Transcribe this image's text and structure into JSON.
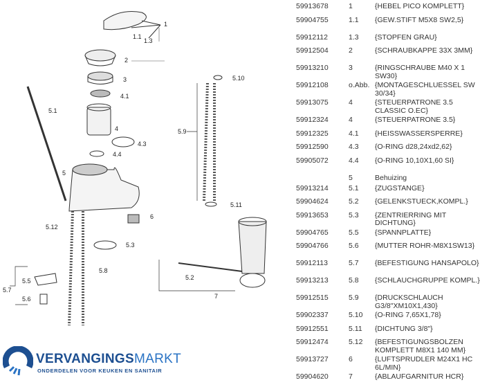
{
  "diagram": {
    "labels": [
      "1",
      "1.1",
      "1.3",
      "2",
      "3",
      "4.1",
      "4",
      "4.3",
      "4.4",
      "5.1",
      "5",
      "5.12",
      "6",
      "5.3",
      "5.8",
      "5.5",
      "5.7",
      "5.6",
      "5.10",
      "5.9",
      "5.11",
      "5.2",
      "7"
    ]
  },
  "parts": [
    {
      "no": "59913678",
      "pos": "1",
      "desc": "{HEBEL PICO KOMPLETT}"
    },
    {
      "no": "59904755",
      "pos": "1.1",
      "desc": "{GEW.STIFT M5X8 SW2,5}"
    },
    {
      "no": "59912112",
      "pos": "1.3",
      "desc": "{STOPFEN GRAU}"
    },
    {
      "no": "59912504",
      "pos": "2",
      "desc": "{SCHRAUBKAPPE 33X 3MM}"
    },
    {
      "no": "59913210",
      "pos": "3",
      "desc": "{RINGSCHRAUBE M40 X 1 SW30}"
    },
    {
      "no": "59912108",
      "pos": "o.Abb.",
      "desc": "{MONTAGESCHLUESSEL SW 30/34}"
    },
    {
      "no": "59913075",
      "pos": "4",
      "desc": "{STEUERPATRONE 3.5 CLASSIC O.EC}"
    },
    {
      "no": "59912324",
      "pos": "4",
      "desc": "{STEUERPATRONE 3.5}"
    },
    {
      "no": "59912325",
      "pos": "4.1",
      "desc": "{HEISSWASSERSPERRE}"
    },
    {
      "no": "59912590",
      "pos": "4.3",
      "desc": "{O-RING d28,24xd2,62}"
    },
    {
      "no": "59905072",
      "pos": "4.4",
      "desc": "{O-RING 10,10X1,60 SI}"
    },
    {
      "no": "",
      "pos": "5",
      "desc": "Behuizing"
    },
    {
      "no": "59913214",
      "pos": "5.1",
      "desc": "{ZUGSTANGE}"
    },
    {
      "no": "59904624",
      "pos": "5.2",
      "desc": "{GELENKSTUECK,KOMPL.}"
    },
    {
      "no": "59913653",
      "pos": "5.3",
      "desc": "{ZENTRIERRING MIT DICHTUNG}"
    },
    {
      "no": "59904765",
      "pos": "5.5",
      "desc": "{SPANNPLATTE}"
    },
    {
      "no": "59904766",
      "pos": "5.6",
      "desc": "{MUTTER ROHR-M8X1SW13}"
    },
    {
      "no": "59912113",
      "pos": "5.7",
      "desc": "{BEFESTIGUNG HANSAPOLO}"
    },
    {
      "no": "59913213",
      "pos": "5.8",
      "desc": "{SCHLAUCHGRUPPE KOMPL.}"
    },
    {
      "no": "59912515",
      "pos": "5.9",
      "desc": "{DRUCKSCHLAUCH G3/8\"XM10X1,430}"
    },
    {
      "no": "59902337",
      "pos": "5.10",
      "desc": "{O-RING 7,65X1,78}"
    },
    {
      "no": "59912551",
      "pos": "5.11",
      "desc": "{DICHTUNG 3/8\"}"
    },
    {
      "no": "59912474",
      "pos": "5.12",
      "desc": "{BEFESTIGUNGSBOLZEN KOMPLETT M8X1 140 MM}"
    },
    {
      "no": "59913727",
      "pos": "6",
      "desc": "{LUFTSPRUDLER M24X1 HC 6L/MIN}"
    },
    {
      "no": "59904620",
      "pos": "7",
      "desc": "{ABLAUFGARNITUR HCR}"
    }
  ],
  "logo": {
    "brand_bold": "VERVANGINGS",
    "brand_light": "MARKT",
    "tagline": "ONDERDELEN VOOR KEUKEN EN SANITAIR",
    "colors": {
      "dark": "#1d4f91",
      "light": "#2a73c4"
    }
  }
}
